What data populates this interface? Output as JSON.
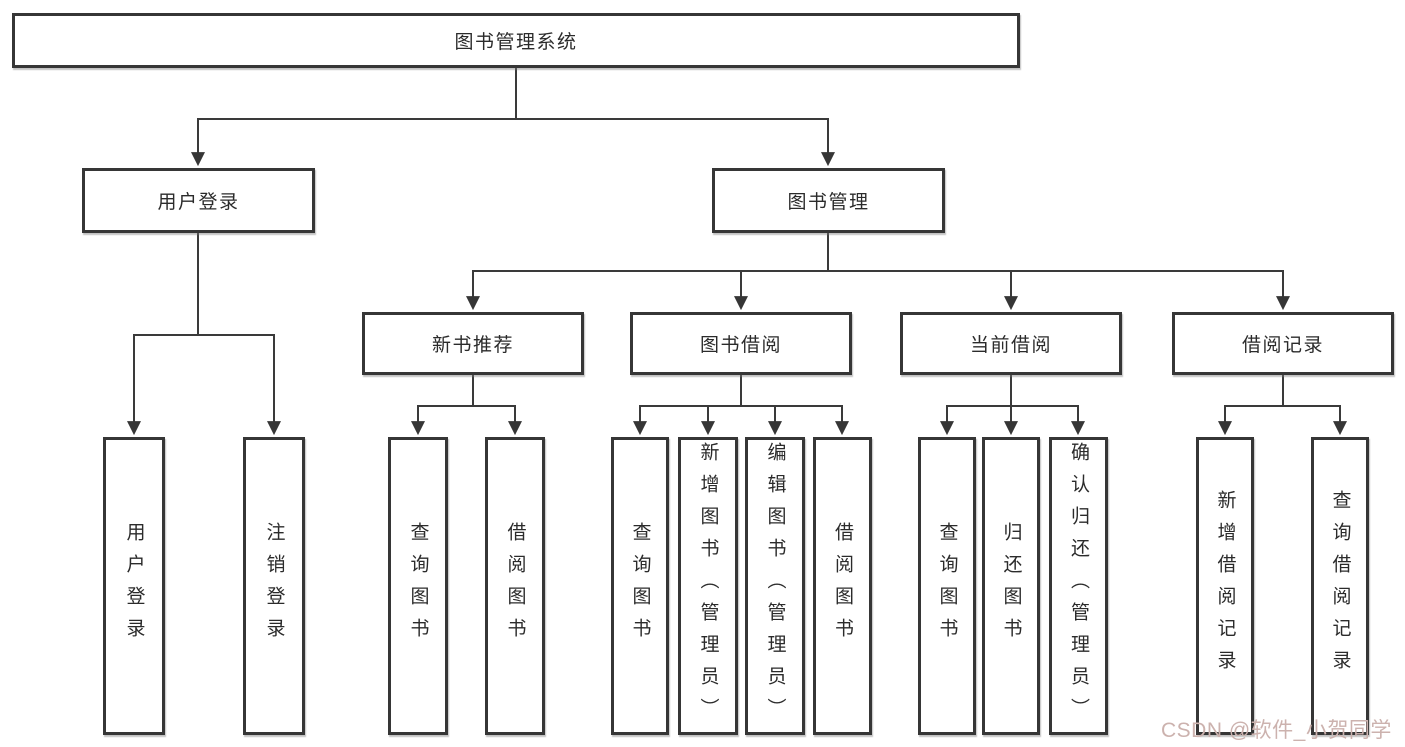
{
  "tree": {
    "label": "图书管理系统",
    "children": [
      {
        "label": "用户登录",
        "children": [
          {
            "label": "用户登录"
          },
          {
            "label": "注销登录"
          }
        ]
      },
      {
        "label": "图书管理",
        "children": [
          {
            "label": "新书推荐",
            "children": [
              {
                "label": "查询图书"
              },
              {
                "label": "借阅图书"
              }
            ]
          },
          {
            "label": "图书借阅",
            "children": [
              {
                "label": "查询图书"
              },
              {
                "label": "新增图书（管理员）"
              },
              {
                "label": "编辑图书（管理员）"
              },
              {
                "label": "借阅图书"
              }
            ]
          },
          {
            "label": "当前借阅",
            "children": [
              {
                "label": "查询图书"
              },
              {
                "label": "归还图书"
              },
              {
                "label": "确认归还（管理员）"
              }
            ]
          },
          {
            "label": "借阅记录",
            "children": [
              {
                "label": "新增借阅记录"
              },
              {
                "label": "查询借阅记录"
              }
            ]
          }
        ]
      }
    ]
  },
  "watermark": {
    "text": "CSDN @软件_小贺同学"
  },
  "colors": {
    "line": "#3a3a3a",
    "box_border": "#363636",
    "text": "#2b2b2b",
    "watermark": "#ccb2ae",
    "background": "#ffffff"
  }
}
